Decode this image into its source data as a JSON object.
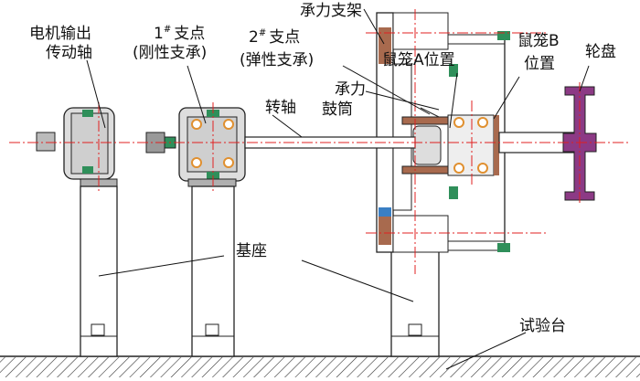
{
  "labels": {
    "motor_shaft_1": "电机输出",
    "motor_shaft_2": "传动轴",
    "pivot1_num": "1",
    "pivot1_sup": "#",
    "pivot1_word": "支点",
    "pivot1_sub": "(刚性支承)",
    "pivot2_num": "2",
    "pivot2_sup": "#",
    "pivot2_word": "支点",
    "pivot2_sub": "(弹性支承)",
    "bearing_frame": "承力支架",
    "cage_a": "鼠笼A位置",
    "cage_b_1": "鼠笼B",
    "cage_b_2": "位置",
    "wheel": "轮盘",
    "drum_1": "承力",
    "drum_2": "鼓筒",
    "shaft": "转轴",
    "base": "基座",
    "test_bench": "试验台"
  },
  "colors": {
    "line": "#1a1a1a",
    "gray": "#a8a8a8",
    "green": "#2f8f5a",
    "orange": "#e09030",
    "purple": "#8c3a85",
    "brown": "#a86a4e",
    "blue": "#3a7fc4",
    "centerline": "#e02020"
  }
}
